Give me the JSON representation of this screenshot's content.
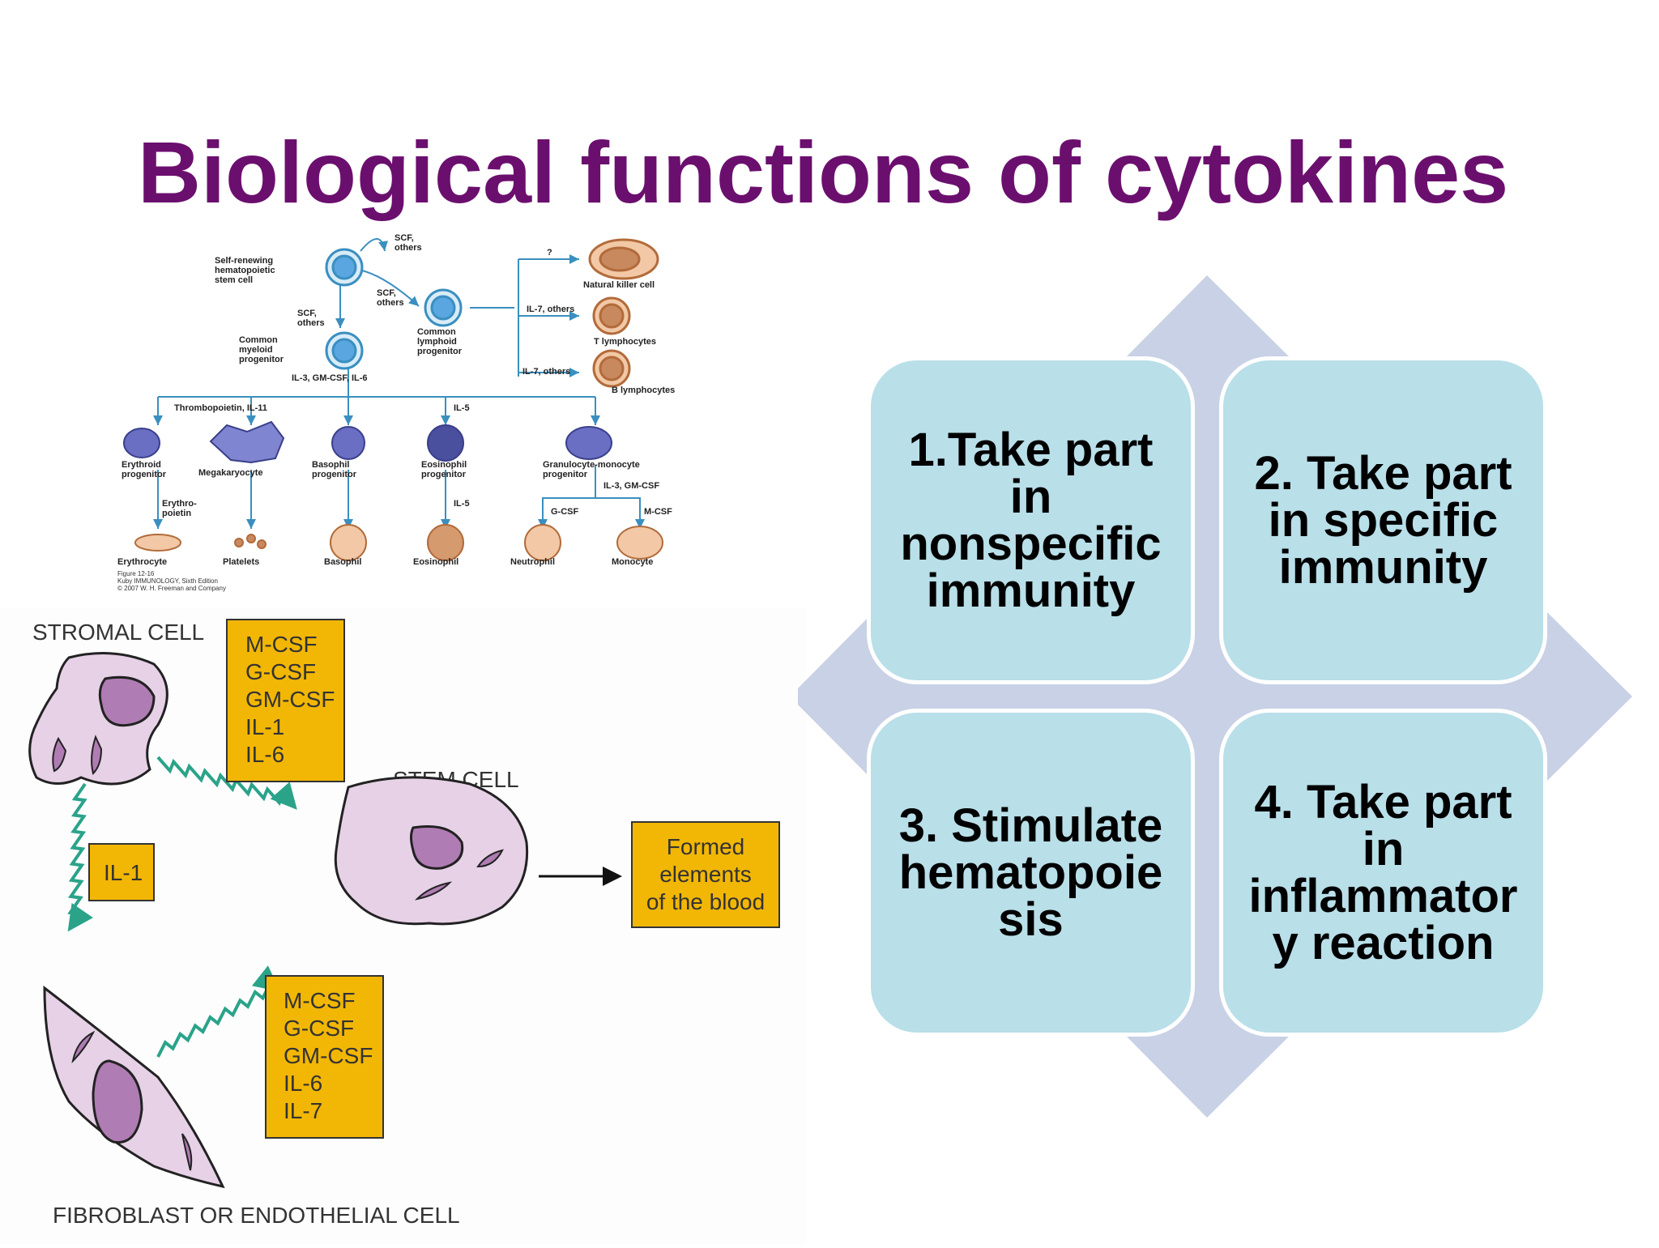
{
  "slide": {
    "title": "Biological functions of cytokines"
  },
  "hematopoiesis": {
    "stem": "Self-renewing\nhematopoietic\nstem cell",
    "scf_top": "SCF,\nothers",
    "scf_mid": "SCF,\nothers",
    "scf_left": "SCF,\nothers",
    "lymphoid": "Common\nlymphoid\nprogenitor",
    "myeloid": "Common\nmyeloid\nprogenitor",
    "myeloid_cytokines": "IL-3, GM-CSF, IL-6",
    "nk_q": "?",
    "nk": "Natural killer cell",
    "il7_t": "IL-7, others",
    "t": "T lymphocytes",
    "il7_b": "IL-7, others",
    "b": "B lymphocytes",
    "tpo": "Thrombopoietin, IL-11",
    "il5_top": "IL-5",
    "erythroid": "Erythroid\nprogenitor",
    "mega": "Megakaryocyte",
    "baso_prog": "Basophil\nprogenitor",
    "eos_prog": "Eosinophil\nprogenitor",
    "gm_prog": "Granulocyte-monocyte\nprogenitor",
    "il3gm": "IL-3, GM-CSF",
    "epo": "Erythro-\npoietin",
    "il5_bot": "IL-5",
    "gcsf": "G-CSF",
    "mcsf": "M-CSF",
    "erythrocyte": "Erythrocyte",
    "platelets": "Platelets",
    "basophil": "Basophil",
    "eosinophil": "Eosinophil",
    "neutrophil": "Neutrophil",
    "monocyte": "Monocyte",
    "credit": "Figure 12-16\nKuby IMMUNOLOGY, Sixth Edition\n© 2007 W. H. Freeman and Company"
  },
  "stroma": {
    "stromal": "STROMAL CELL",
    "stem": "STEM CELL",
    "fibro": "FIBROBLAST OR ENDOTHELIAL CELL",
    "box_top": "M-CSF\nG-CSF\nGM-CSF\nIL-1\nIL-6",
    "box_il1": "IL-1",
    "box_bottom": "M-CSF\nG-CSF\nGM-CSF\nIL-6\nIL-7",
    "formed": "Formed\nelements\nof the blood",
    "colors": {
      "box": "#f2b705",
      "cell": "#e6d1e6",
      "nucleus": "#b07cb4",
      "arrow": "#2aa389"
    }
  },
  "functions": [
    {
      "label": "1.Take part\nin\nnonspecific\nimmunity"
    },
    {
      "label": "2. Take part\nin specific\nimmunity"
    },
    {
      "label": "3. Stimulate\nhematopoie\nsis"
    },
    {
      "label": "4. Take part\nin\ninflammator\ny reaction"
    }
  ],
  "colors": {
    "title": "#6b0f6e",
    "box_fill": "#b9dfe9",
    "diamond": "#c9d1e6"
  }
}
